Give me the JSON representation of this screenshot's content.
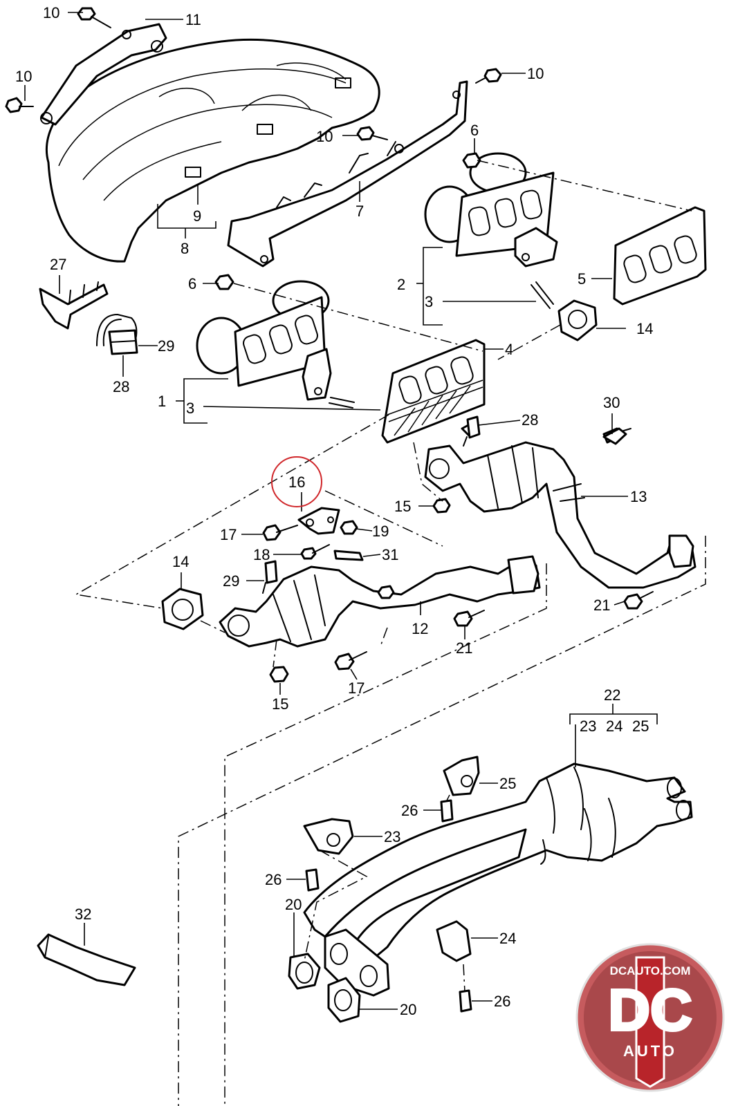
{
  "callouts": [
    {
      "id": "c10a",
      "text": "10"
    },
    {
      "id": "c11",
      "text": "11"
    },
    {
      "id": "c10b",
      "text": "10"
    },
    {
      "id": "c10c",
      "text": "10"
    },
    {
      "id": "c10d",
      "text": "10"
    },
    {
      "id": "c6a",
      "text": "6"
    },
    {
      "id": "c9",
      "text": "9"
    },
    {
      "id": "c8",
      "text": "8"
    },
    {
      "id": "c7",
      "text": "7"
    },
    {
      "id": "c5",
      "text": "5"
    },
    {
      "id": "c2",
      "text": "2"
    },
    {
      "id": "c3a",
      "text": "3"
    },
    {
      "id": "c14a",
      "text": "14"
    },
    {
      "id": "c27",
      "text": "27"
    },
    {
      "id": "c6b",
      "text": "6"
    },
    {
      "id": "c29a",
      "text": "29"
    },
    {
      "id": "c28a",
      "text": "28"
    },
    {
      "id": "c4",
      "text": "4"
    },
    {
      "id": "c1",
      "text": "1"
    },
    {
      "id": "c3b",
      "text": "3"
    },
    {
      "id": "c30",
      "text": "30"
    },
    {
      "id": "c28b",
      "text": "28"
    },
    {
      "id": "c16",
      "text": "16"
    },
    {
      "id": "c13",
      "text": "13"
    },
    {
      "id": "c15a",
      "text": "15"
    },
    {
      "id": "c17a",
      "text": "17"
    },
    {
      "id": "c19",
      "text": "19"
    },
    {
      "id": "c18",
      "text": "18"
    },
    {
      "id": "c31",
      "text": "31"
    },
    {
      "id": "c14b",
      "text": "14"
    },
    {
      "id": "c29b",
      "text": "29"
    },
    {
      "id": "c12",
      "text": "12"
    },
    {
      "id": "c21a",
      "text": "21"
    },
    {
      "id": "c21b",
      "text": "21"
    },
    {
      "id": "c17b",
      "text": "17"
    },
    {
      "id": "c15b",
      "text": "15"
    },
    {
      "id": "c22",
      "text": "22"
    },
    {
      "id": "c23h",
      "text": "23"
    },
    {
      "id": "c24h",
      "text": "24"
    },
    {
      "id": "c25h",
      "text": "25"
    },
    {
      "id": "c25",
      "text": "25"
    },
    {
      "id": "c26a",
      "text": "26"
    },
    {
      "id": "c23",
      "text": "23"
    },
    {
      "id": "c26b",
      "text": "26"
    },
    {
      "id": "c20a",
      "text": "20"
    },
    {
      "id": "c32",
      "text": "32"
    },
    {
      "id": "c24",
      "text": "24"
    },
    {
      "id": "c26c",
      "text": "26"
    },
    {
      "id": "c20b",
      "text": "20"
    }
  ],
  "highlighted_callout": "16",
  "colors": {
    "line": "#000000",
    "background": "#ffffff",
    "highlight_ring": "#d0262a",
    "logo_red": "#b8242a",
    "logo_dark": "#3a3a3a"
  },
  "logo": {
    "url_text": "DCAUTO.COM",
    "mark": "DC",
    "sub": "AUTO"
  }
}
